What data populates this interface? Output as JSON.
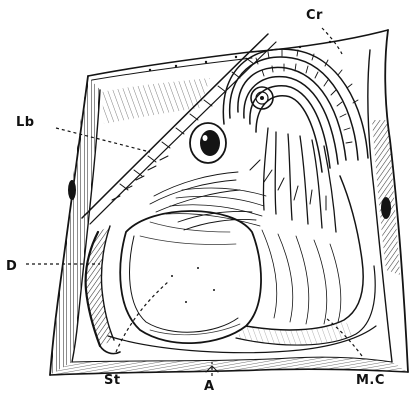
{
  "figure": {
    "labels": {
      "cr": "Cr",
      "lb": "Lb",
      "d": "D",
      "st": "St",
      "a": "A",
      "mc": "M.C"
    }
  }
}
